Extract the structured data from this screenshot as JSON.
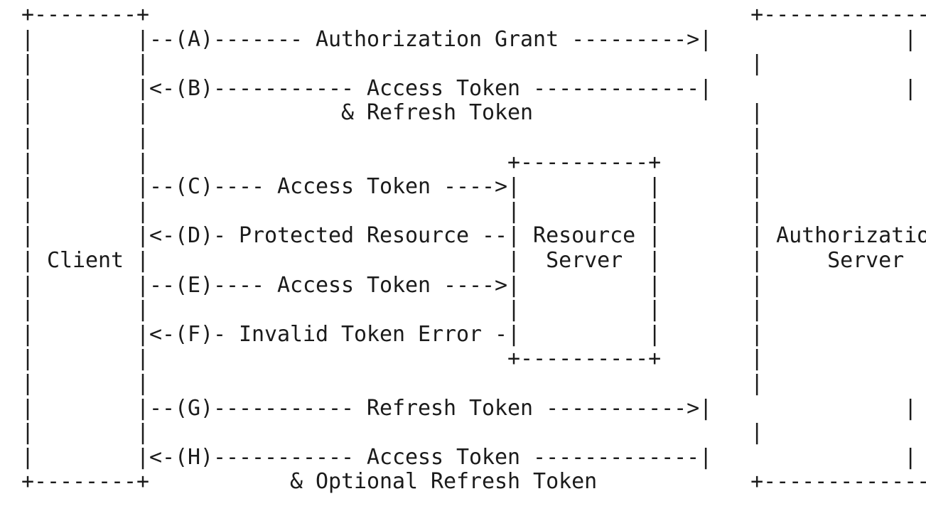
{
  "diagram": {
    "lines": [
      "+--------+                                               +---------------+",
      "|        |--(A)------- Authorization Grant --------->|               |",
      "|        |                                               |               |",
      "|        |<-(B)----------- Access Token -------------|               |",
      "|        |               & Refresh Token                 |               |",
      "|        |                                               |               |",
      "|        |                            +----------+       |               |",
      "|        |--(C)---- Access Token ---->|          |       |               |",
      "|        |                            |          |       |               |",
      "|        |<-(D)- Protected Resource --| Resource |       | Authorization |",
      "| Client |                            |  Server  |       |     Server    |",
      "|        |--(E)---- Access Token ---->|          |       |               |",
      "|        |                            |          |       |               |",
      "|        |<-(F)- Invalid Token Error -|          |       |               |",
      "|        |                            +----------+       |               |",
      "|        |                                               |               |",
      "|        |--(G)----------- Refresh Token ----------->|               |",
      "|        |                                               |               |",
      "|        |<-(H)----------- Access Token -------------|               |",
      "+--------+           & Optional Refresh Token            +---------------+"
    ]
  }
}
